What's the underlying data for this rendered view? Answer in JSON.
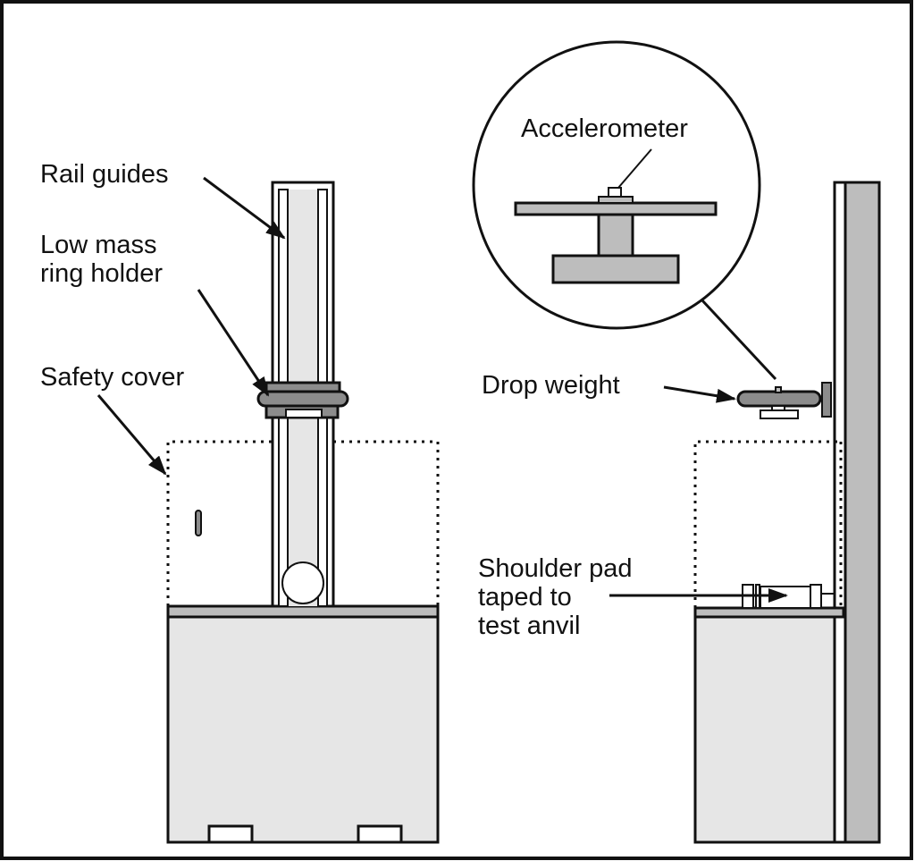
{
  "figure": {
    "type": "drop-test-apparatus-diagram",
    "colors": {
      "outline": "#111111",
      "base_fill": "#e6e6e6",
      "mid_gray": "#bdbdbd",
      "dark_gray": "#8c8c8c",
      "background": "#ffffff"
    }
  },
  "labels": {
    "rail_guides": "Rail guides",
    "low_mass_line1": "Low mass",
    "low_mass_line2": "ring holder",
    "safety_cover": "Safety cover",
    "accelerometer": "Accelerometer",
    "drop_weight": "Drop weight",
    "shoulder_line1": "Shoulder pad",
    "shoulder_line2": "taped to",
    "shoulder_line3": "test anvil"
  }
}
